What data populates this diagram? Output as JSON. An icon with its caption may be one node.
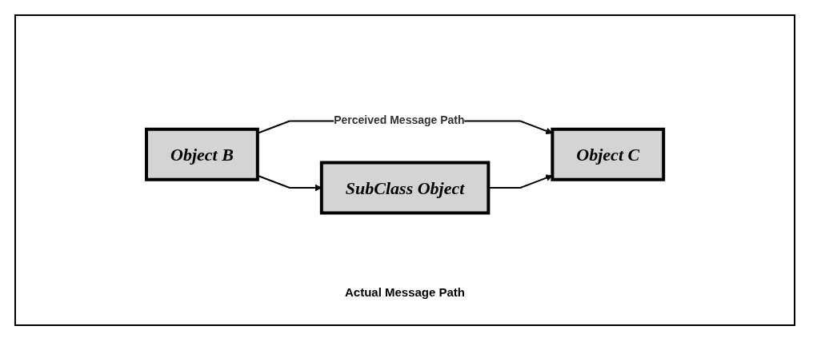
{
  "diagram": {
    "nodes": [
      {
        "text": [
          "Object B"
        ]
      },
      {
        "text": [
          "Object C"
        ]
      },
      {
        "text": [
          "SubClass Object"
        ]
      }
    ],
    "edges": [
      {
        "from": 0,
        "to": 1,
        "arrow": "to",
        "label": "Perceived Message Path"
      },
      {
        "from": 0,
        "to": 2,
        "arrow": "to"
      },
      {
        "from": 2,
        "to": 1,
        "arrow": "to"
      }
    ],
    "labels": [
      "Actual Message Path"
    ]
  }
}
